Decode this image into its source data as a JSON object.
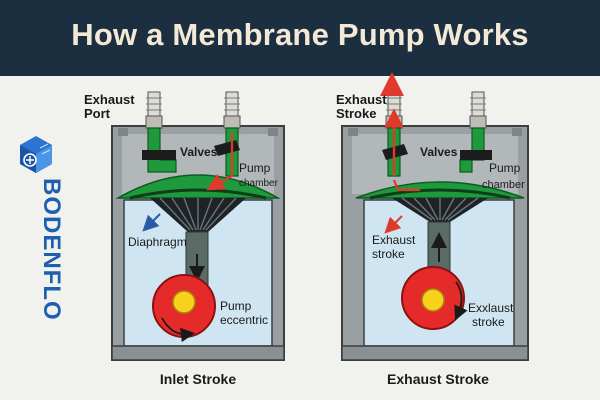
{
  "title": "How a Membrane Pump Works",
  "brand": {
    "name": "BODENFLO"
  },
  "colors": {
    "header_bg": "#1c2f40",
    "title": "#f3e9d6",
    "housing": "#9aa0a2",
    "membrane": "#1e9a3c",
    "chamber_fill": "#cfe6f2",
    "rod": "#5a6b65",
    "eccentric_outer": "#e52a2a",
    "eccentric_inner": "#f6d21c",
    "arrow_red": "#e03a2c",
    "brand": "#1f5fb0"
  },
  "left": {
    "caption": "Inlet Stroke",
    "labels": {
      "exhaust": "Exhaust",
      "port": "Port",
      "valves": "Valves",
      "pump": "Pump",
      "chamber": "chamber",
      "diaphragm": "Diaphragm",
      "eccentric_pump": "Pump",
      "eccentric": "eccentric"
    }
  },
  "right": {
    "caption": "Exhaust Stroke",
    "labels": {
      "exhaust": "Exhaust",
      "stroke_top": "Stroke",
      "valves": "Valves",
      "pump": "Pump",
      "chamber": "chamber",
      "exhaust_mid": "Exhaust",
      "stroke_mid": "stroke",
      "exxlaust": "Exxlaust",
      "stroke_low": "stroke"
    }
  },
  "icons": {
    "logo": "fan-cube-icon",
    "ports": "fitting-icon",
    "arrows": "flow-arrow-icon"
  }
}
